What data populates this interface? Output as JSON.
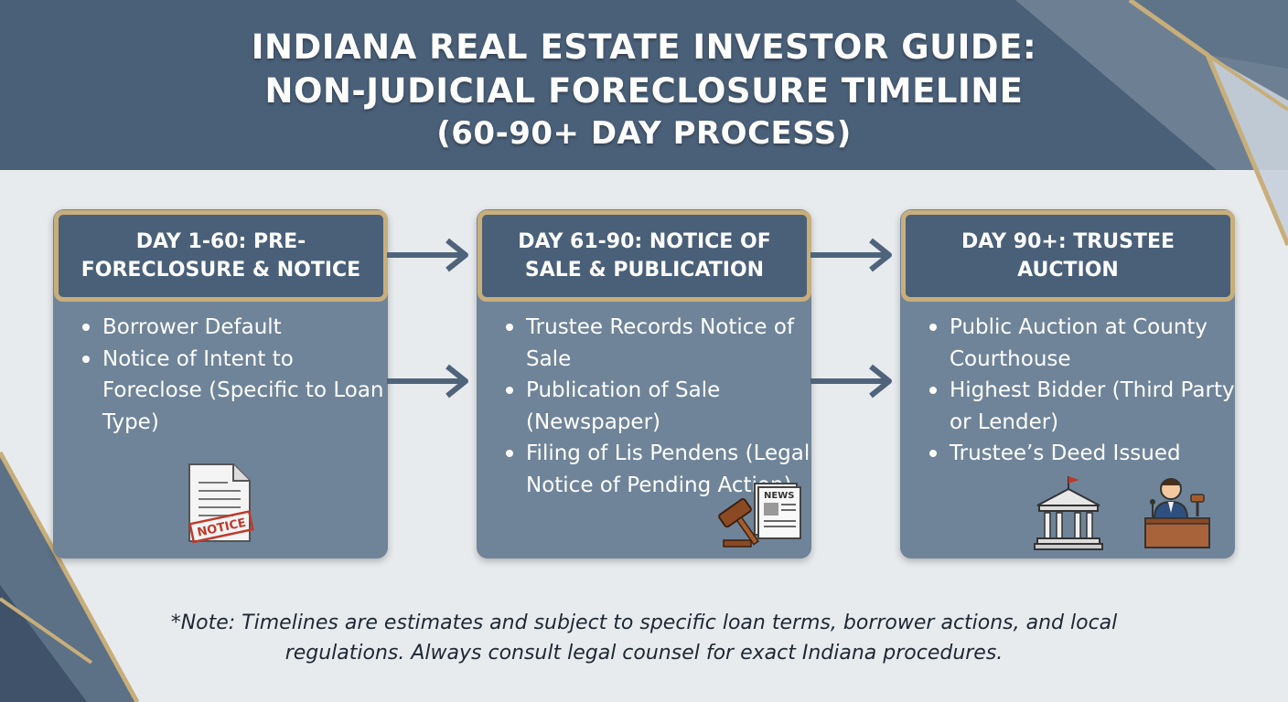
{
  "title": {
    "line1": "INDIANA REAL ESTATE INVESTOR GUIDE:",
    "line2": "NON-JUDICIAL FORECLOSURE TIMELINE",
    "line3": "(60-90+ DAY PROCESS)"
  },
  "stages": [
    {
      "heading": "DAY 1-60: PRE-FORECLOSURE & NOTICE",
      "items": [
        "Borrower Default",
        "Notice of Intent to Foreclose (Specific to Loan Type)"
      ],
      "icon_name": "notice-document-icon",
      "icon_label": "NOTICE"
    },
    {
      "heading": "DAY 61-90: NOTICE OF SALE & PUBLICATION",
      "items": [
        "Trustee Records Notice of Sale",
        "Publication of Sale (Newspaper)",
        "Filing of Lis Pendens (Legal Notice of Pending Action)"
      ],
      "icon_name": "gavel-newspaper-icon",
      "icon_label": "NEWS"
    },
    {
      "heading": "DAY 90+: TRUSTEE AUCTION",
      "items": [
        "Public Auction at County Courthouse",
        "Highest Bidder (Third Party or Lender)",
        "Trustee’s Deed Issued"
      ],
      "icon_name": "courthouse-auctioneer-icon"
    }
  ],
  "note": {
    "line1": "*Note: Timelines are estimates and subject to specific loan terms, borrower actions, and local",
    "line2": "regulations. Always consult legal counsel for exact Indiana procedures."
  },
  "colors": {
    "header": "#4a6079",
    "panel": "#6f8499",
    "gold": "#c7ae7a",
    "arrow": "#4f647b",
    "background": "#e8ebee"
  }
}
